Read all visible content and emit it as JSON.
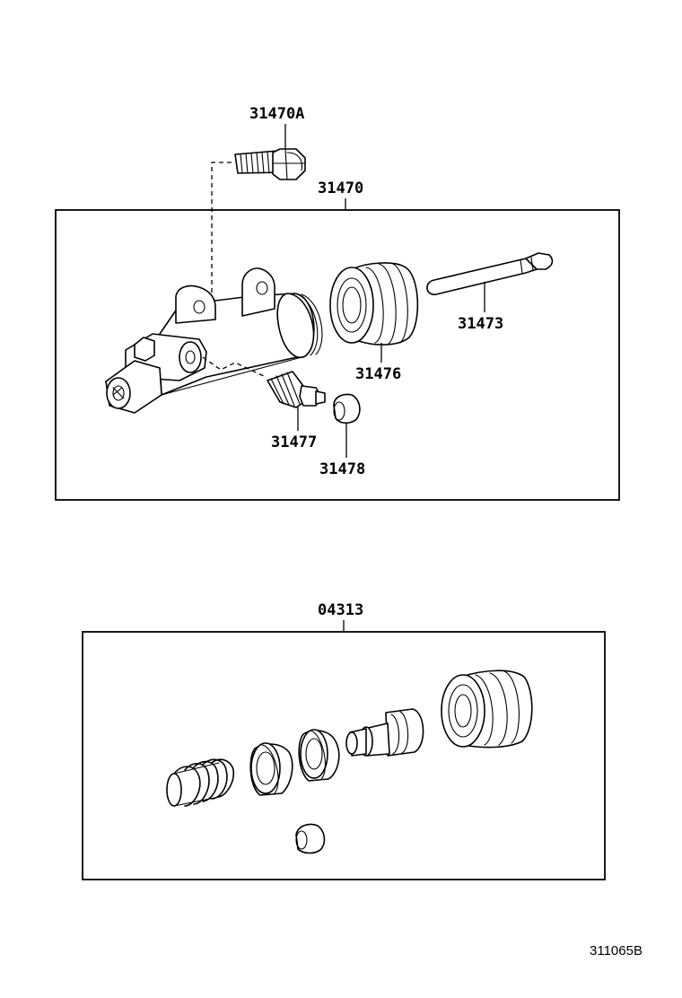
{
  "labels": {
    "bolt": "31470A",
    "assembly": "31470",
    "rod": "31473",
    "boot": "31476",
    "bleeder_plug": "31477",
    "cap": "31478",
    "kit": "04313"
  },
  "figure_ref": "311065B"
}
